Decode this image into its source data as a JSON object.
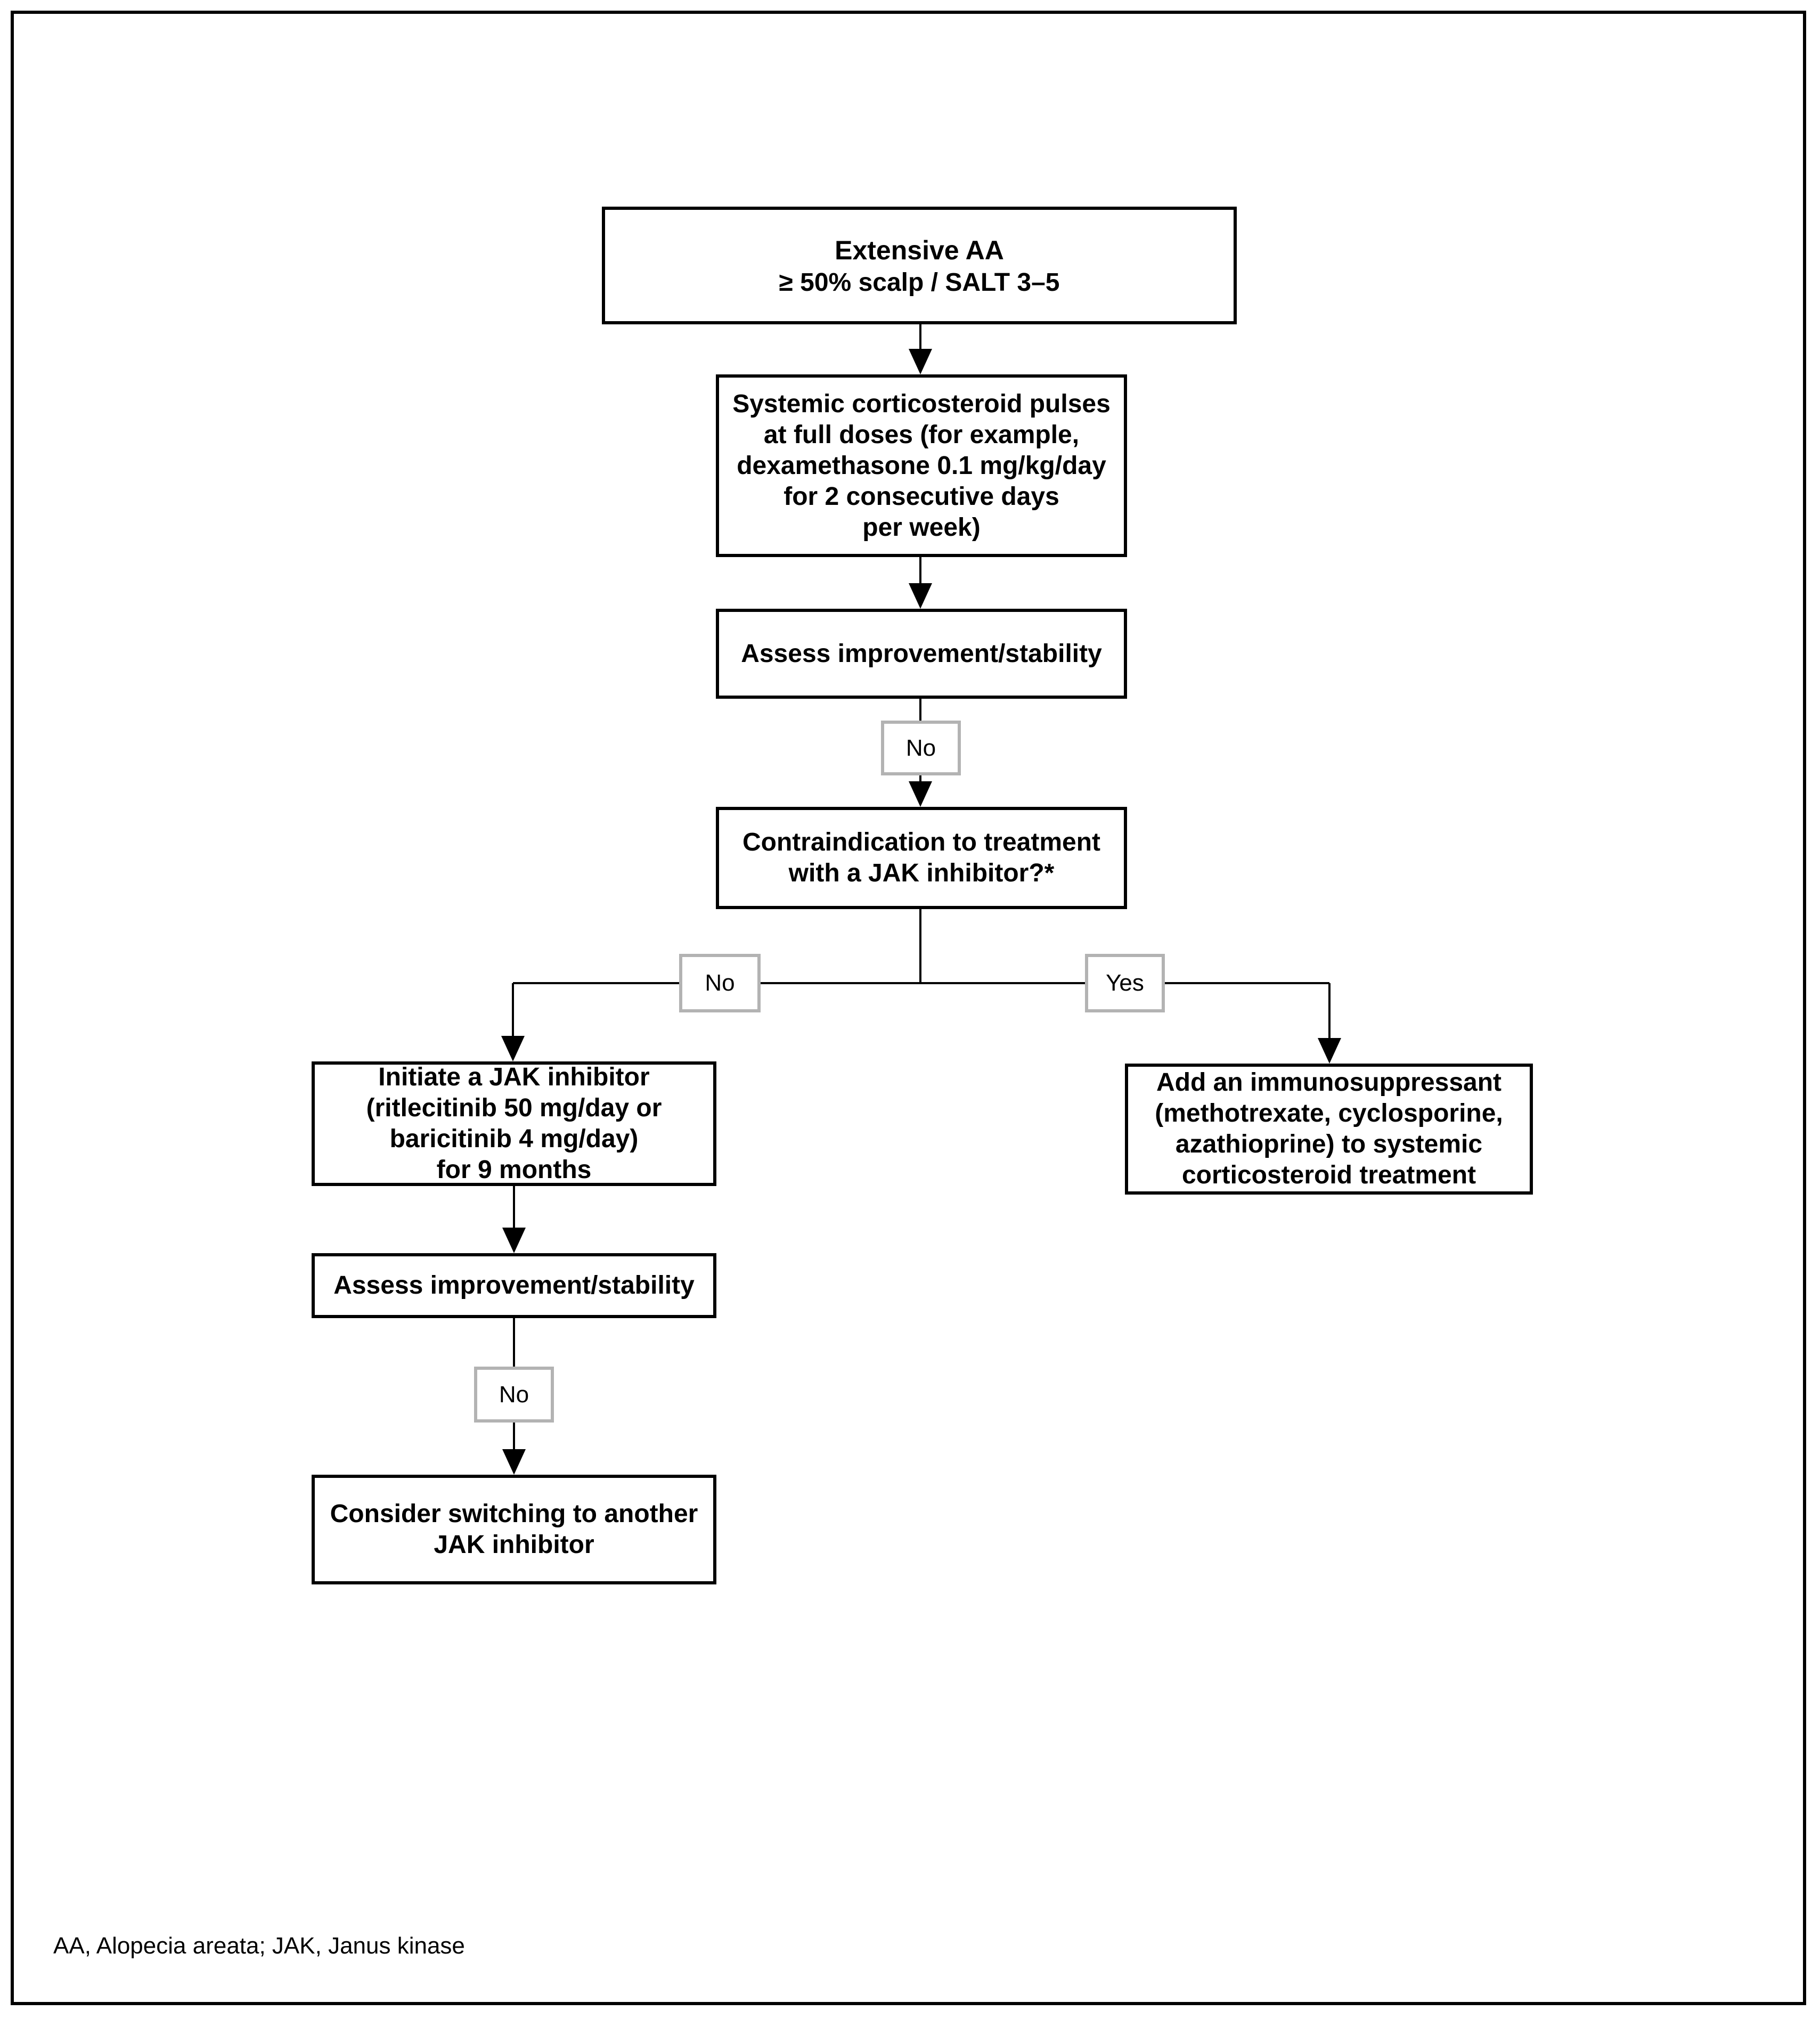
{
  "figure": {
    "footnote": "AA, Alopecia areata; JAK, Janus kinase"
  },
  "nodes": {
    "extensive": {
      "title": "Extensive AA",
      "subtitle": "≥ 50% scalp / SALT 3–5"
    },
    "pulses": {
      "text": "Systemic corticosteroid pulses\nat full doses (for example,\ndexamethasone 0.1 mg/kg/day\nfor 2 consecutive days\nper week)"
    },
    "assess1": {
      "text": "Assess improvement/stability"
    },
    "no1": {
      "label": "No"
    },
    "contra": {
      "text": "Contraindication to treatment\nwith a JAK inhibitor?*"
    },
    "no2": {
      "label": "No"
    },
    "yes1": {
      "label": "Yes"
    },
    "initiate": {
      "text": "Initiate a JAK inhibitor\n(ritlecitinib 50 mg/day or\nbaricitinib 4 mg/day)\nfor 9 months"
    },
    "immuno": {
      "text": "Add an immunosuppressant\n(methotrexate, cyclosporine,\nazathioprine) to systemic\ncorticosteroid treatment"
    },
    "assess2": {
      "text": "Assess improvement/stability"
    },
    "no3": {
      "label": "No"
    },
    "consider": {
      "text": "Consider switching to another\nJAK inhibitor"
    }
  },
  "colors": {
    "background": "#ffffff",
    "box_border": "#000000",
    "decision_border": "#b3b3b3",
    "text": "#000000",
    "connector": "#000000"
  }
}
